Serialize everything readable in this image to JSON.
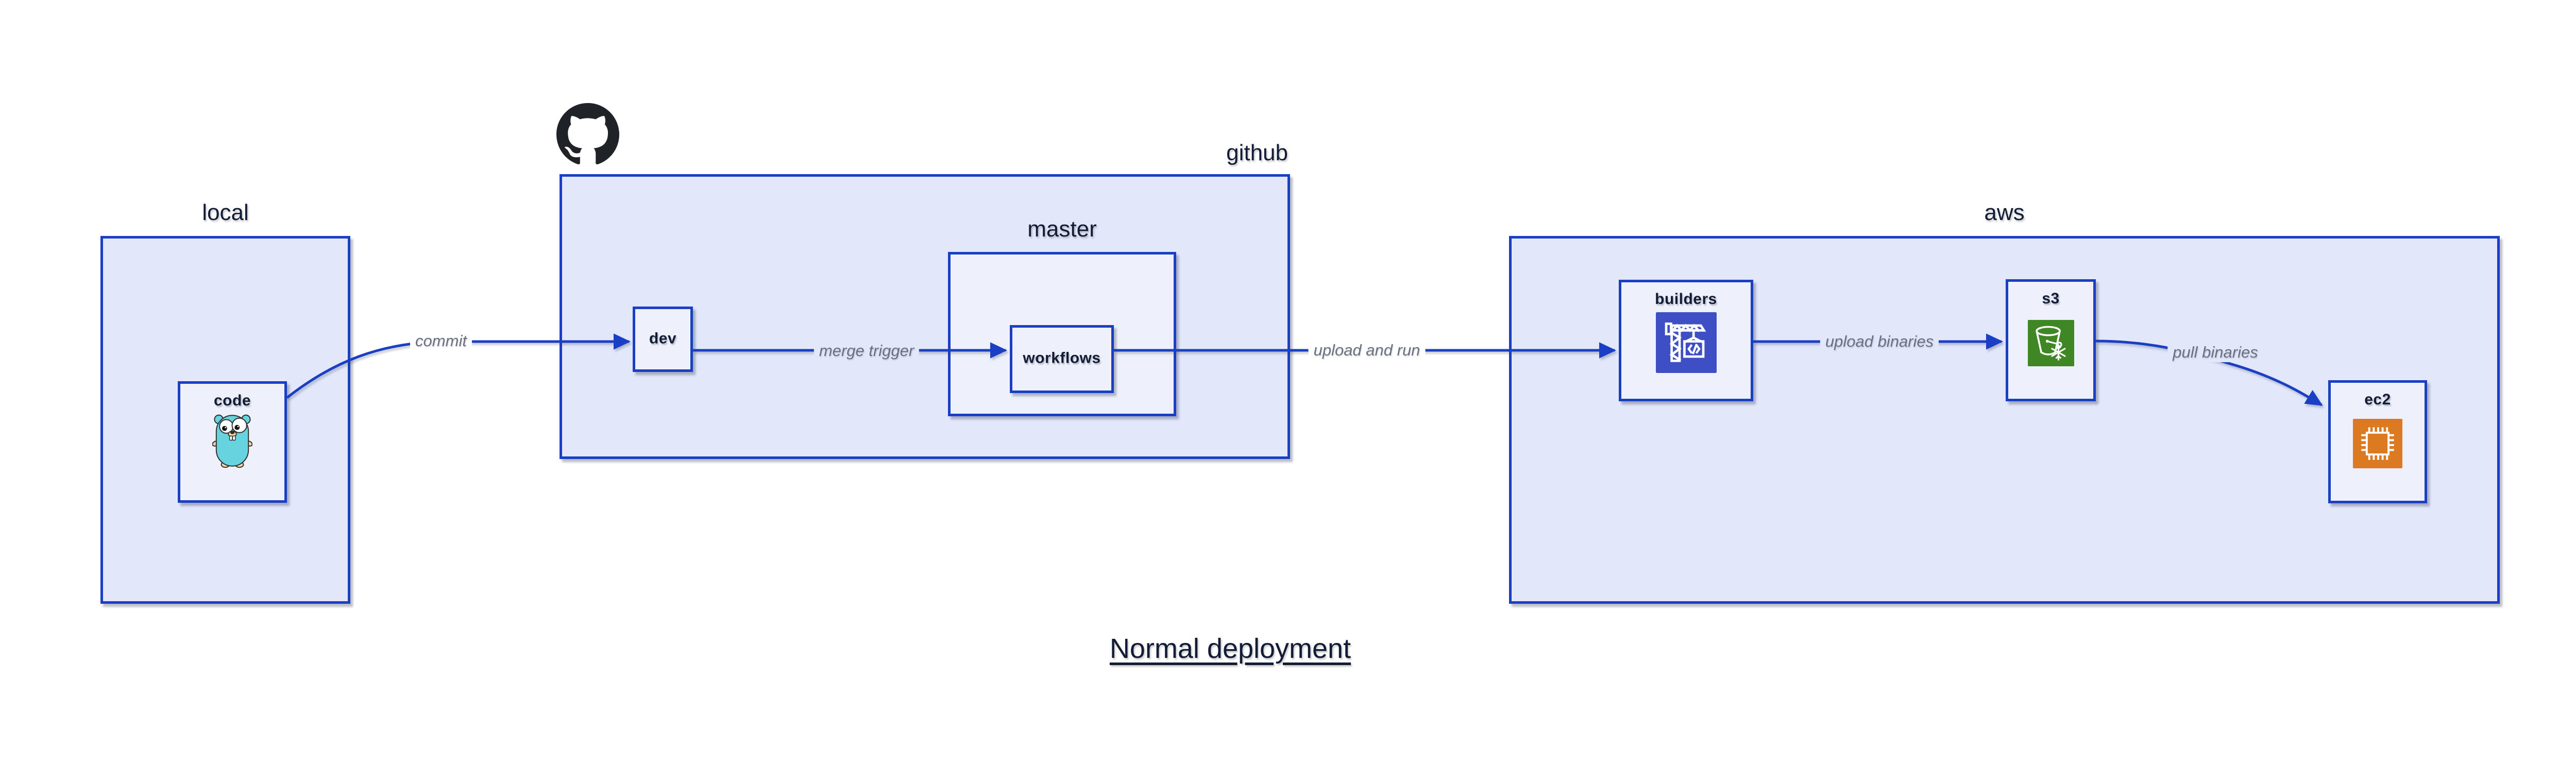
{
  "title": "Normal deployment",
  "groups": {
    "local": {
      "label": "local"
    },
    "github": {
      "label": "github",
      "icon": "github-octocat-mark"
    },
    "master": {
      "label": "master"
    },
    "aws": {
      "label": "aws"
    }
  },
  "nodes": {
    "code": {
      "label": "code",
      "icon": "go-gopher-mascot"
    },
    "dev": {
      "label": "dev"
    },
    "workflows": {
      "label": "workflows"
    },
    "builders": {
      "label": "builders",
      "icon": "image-builder-crane",
      "icon_text": "</>",
      "icon_bg": "#3E4EC5"
    },
    "s3": {
      "label": "s3",
      "icon": "s3-glacier-bucket-snowflake",
      "icon_bg": "#3F8624"
    },
    "ec2": {
      "label": "ec2",
      "icon": "ec2-processor-chip",
      "icon_bg": "#DC7A22"
    }
  },
  "edges": {
    "commit": {
      "label": "commit",
      "from": "code",
      "to": "dev"
    },
    "merge_trigger": {
      "label": "merge trigger",
      "from": "dev",
      "to": "workflows"
    },
    "upload_and_run": {
      "label": "upload and run",
      "from": "workflows",
      "to": "builders"
    },
    "upload_binaries": {
      "label": "upload binaries",
      "from": "builders",
      "to": "s3"
    },
    "pull_binaries": {
      "label": "pull binaries",
      "from": "s3",
      "to": "ec2"
    }
  },
  "colors": {
    "box_border": "#1A3EC4",
    "arrow": "#1A3EC4",
    "group_fill": "#e2e7fa",
    "node_fill": "#eef1fc",
    "label_text": "#131c36",
    "edge_label_text": "#697082",
    "octocat": "#1f2328",
    "gopher_body": "#66d3de",
    "builders_icon_bg": "#3E4EC5",
    "s3_icon_bg": "#3F8624",
    "ec2_icon_bg": "#DC7A22"
  }
}
